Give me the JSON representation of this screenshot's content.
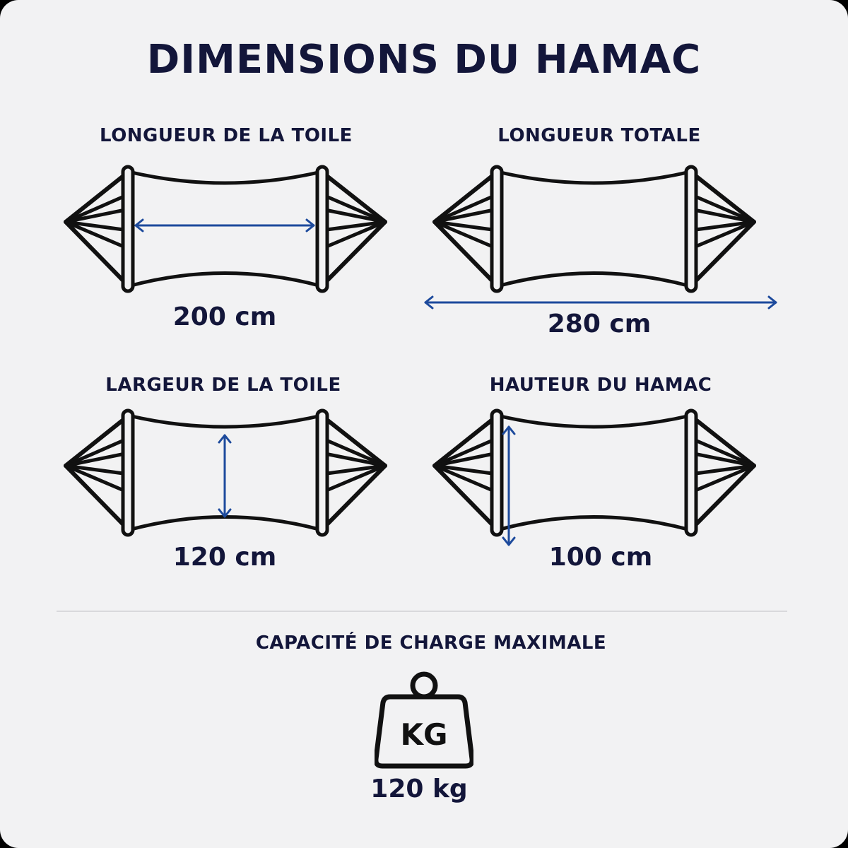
{
  "title": "DIMENSIONS DU HAMAC",
  "panels": [
    {
      "label": "LONGUEUR DE LA TOILE",
      "value": "200 cm",
      "measure": "canvas-length"
    },
    {
      "label": "LONGUEUR TOTALE",
      "value": "280 cm",
      "measure": "total-length"
    },
    {
      "label": "LARGEUR DE LA TOILE",
      "value": "120 cm",
      "measure": "canvas-width"
    },
    {
      "label": "HAUTEUR DU HAMAC",
      "value": "100 cm",
      "measure": "hammock-height"
    }
  ],
  "capacity": {
    "label": "CAPACITÉ DE CHARGE MAXIMALE",
    "icon": "kg-weight-icon",
    "icon_text": "KG",
    "value": "120 kg"
  },
  "colors": {
    "navy": "#13163a",
    "arrow": "#1d4a9c",
    "outline": "#111111",
    "background": "#f2f2f3"
  }
}
